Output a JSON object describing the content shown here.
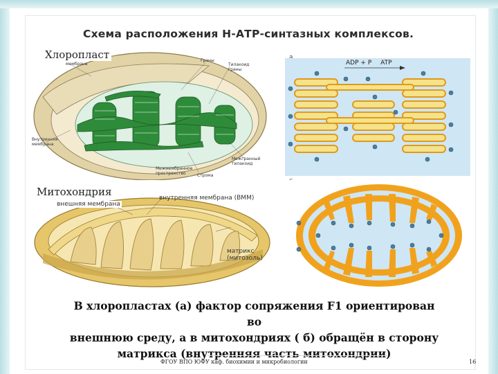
{
  "slide": {
    "title": "Схема расположения Н-АТР-синтазных комплексов.",
    "chloroplast_label": "Хлоропласт",
    "mitochondrion_label": "Митохондрия",
    "panel_a": "а",
    "panel_b": "б",
    "chloroplast_annotations": {
      "outer_membrane": "Внешняя мембрана",
      "grana": "Граны",
      "thylakoid_granal": "Тилакоид граны",
      "inner_membrane": "Внутренняя мембрана",
      "intermembrane_space": "Межмембранное пространство",
      "stroma": "Строма",
      "stroma_thylakoid": "Межгранный тилакоид"
    },
    "mito_annotations": {
      "outer_membrane": "внешняя мембрана",
      "inner_membrane": "внутренняя мембрана (ВММ)",
      "matrix": "матрикс (митозоль)"
    },
    "reaction": {
      "adp": "ADP",
      "plus": "+",
      "p": "P",
      "atp": "ATP"
    },
    "caption_lines": [
      "В хлоропластах (а) фактор сопряжения F1 ориентирован во",
      "внешнюю  среду, а в митохондриях ( б) обращён в сторону",
      "матрикса (внутренняя  часть митохондрии)"
    ],
    "footer": "ФГОУ ВПО ЮФУ каф. биохимии и микробиологии",
    "page_number": "16"
  },
  "colors": {
    "thylakoid_green": "#2e8b3a",
    "chloro_envelope": "#e7d9ae",
    "membrane_orange": "#f1a21d",
    "membrane_light": "#f7e89a",
    "lumen_blue": "#cfe6f5",
    "atp_synthase": "#4a7f9c"
  }
}
